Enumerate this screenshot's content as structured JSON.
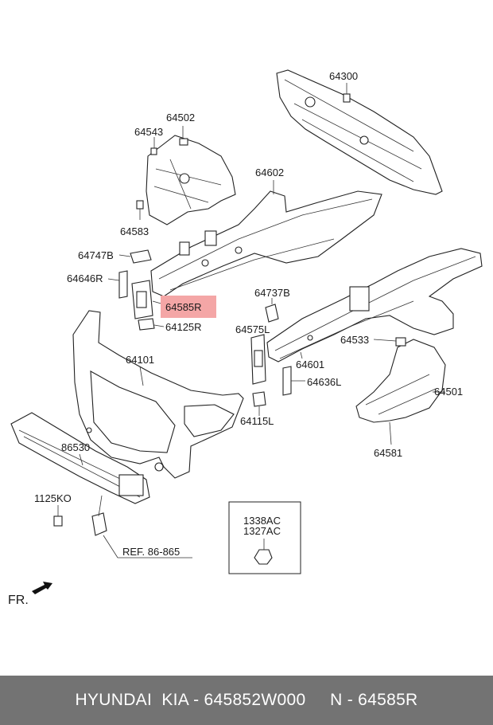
{
  "callouts": {
    "p64300": "64300",
    "p64502": "64502",
    "p64543": "64543",
    "p64602": "64602",
    "p64583": "64583",
    "p64747B": "64747B",
    "p64646R": "64646R",
    "p64585R": "64585R",
    "p64737B": "64737B",
    "p64125R": "64125R",
    "p64575L": "64575L",
    "p64533": "64533",
    "p64101": "64101",
    "p64601": "64601",
    "p64636L": "64636L",
    "p64501": "64501",
    "p64115L": "64115L",
    "p86530": "86530",
    "p64581": "64581",
    "p1125KO": "1125KO",
    "p1338AC": "1338AC",
    "p1327AC": "1327AC",
    "ref": "REF. 86-865",
    "fr": "FR."
  },
  "highlight": {
    "part": "64585R",
    "color": "#f4a6a6"
  },
  "footer": {
    "text": "HYUNDAI  KIA - 645852W000     N - 64585R",
    "background": "#737373",
    "color": "#ffffff"
  }
}
